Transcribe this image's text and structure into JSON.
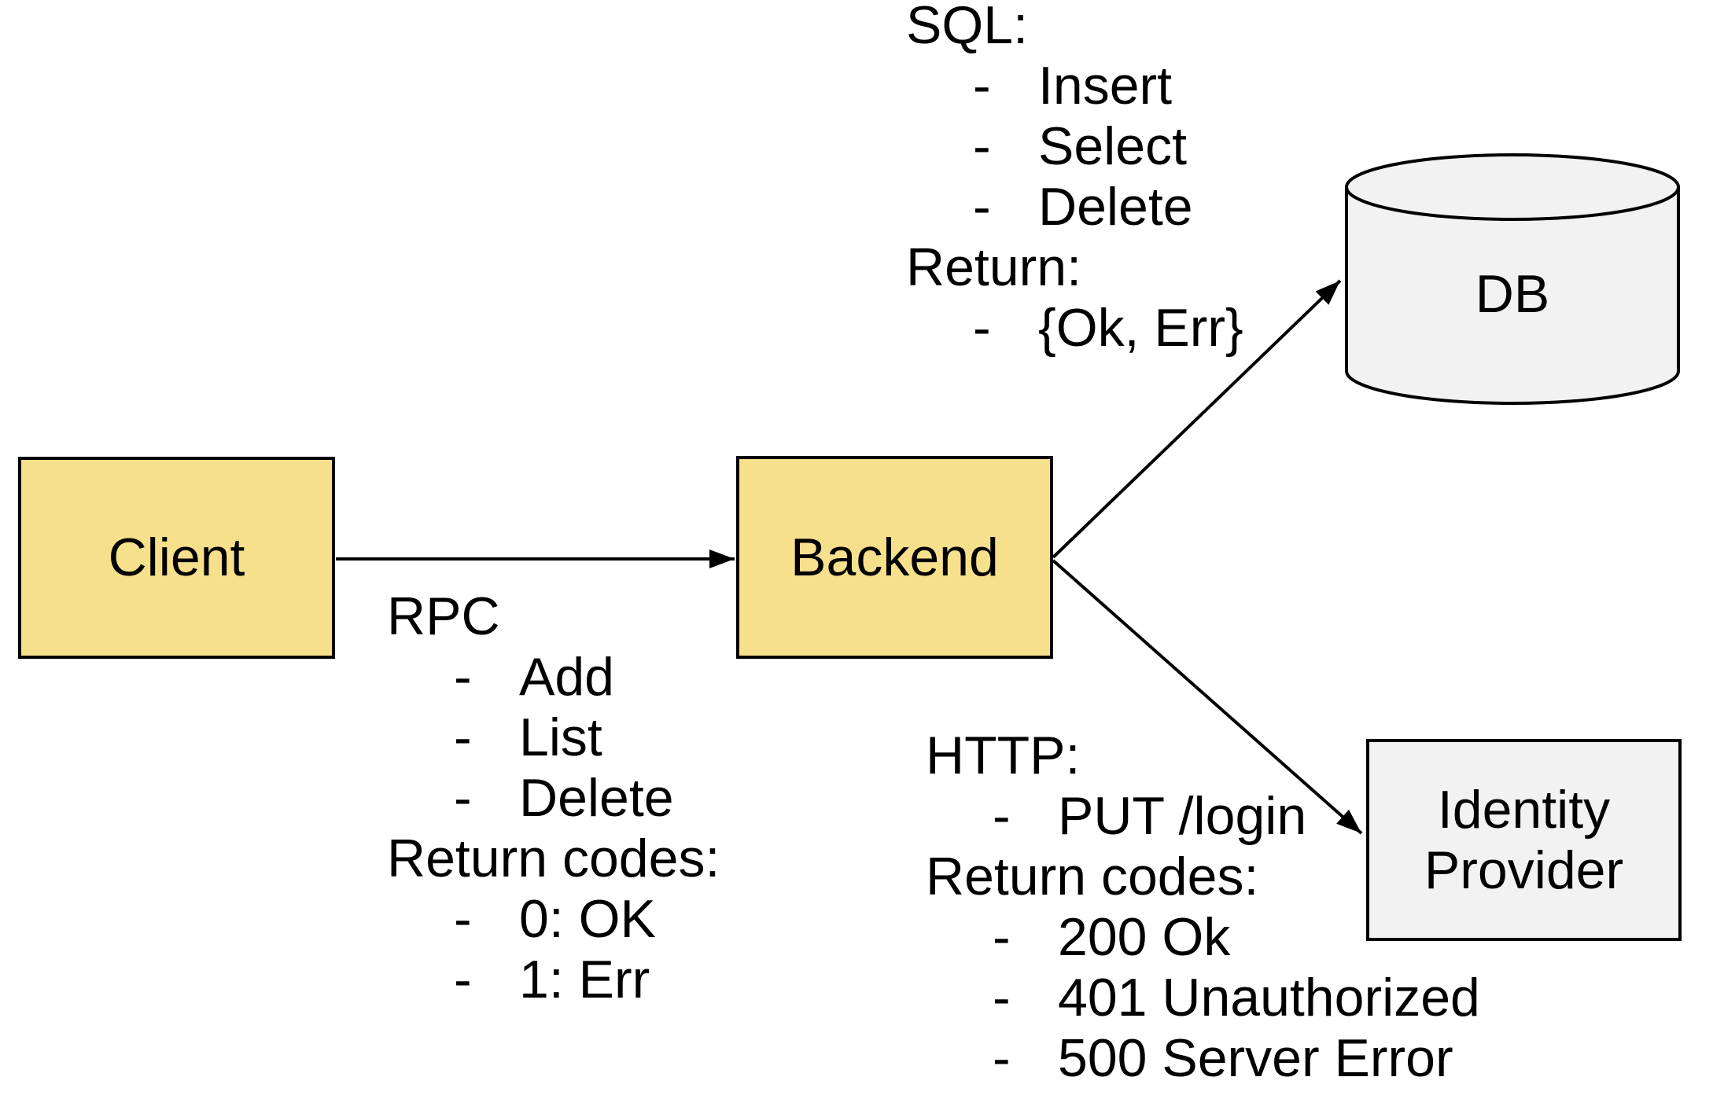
{
  "bullet_char": "-",
  "colors": {
    "node_yellow_fill": "#F7E08C",
    "node_gray_fill": "#F2F2F2",
    "stroke": "#000000",
    "background": "#FFFFFF"
  },
  "nodes": {
    "client": {
      "label": "Client"
    },
    "backend": {
      "label": "Backend"
    },
    "db": {
      "label": "DB"
    },
    "identity_provider": {
      "label": "Identity Provider"
    }
  },
  "annotations": {
    "rpc": {
      "title": "RPC",
      "items": [
        "Add",
        "List",
        "Delete"
      ],
      "return_title": "Return codes:",
      "return_items": [
        "0: OK",
        "1: Err"
      ]
    },
    "sql": {
      "title": "SQL:",
      "items": [
        "Insert",
        "Select",
        "Delete"
      ],
      "return_title": "Return:",
      "return_items": [
        "{Ok, Err}"
      ]
    },
    "http": {
      "title": "HTTP:",
      "items": [
        "PUT /login"
      ],
      "return_title": "Return codes:",
      "return_items": [
        "200 Ok",
        "401 Unauthorized",
        "500 Server Error"
      ]
    }
  }
}
